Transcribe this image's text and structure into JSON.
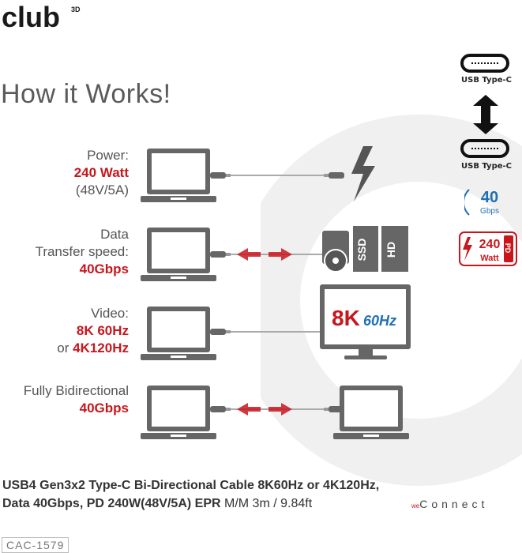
{
  "brand": {
    "logo_text": "club",
    "logo_sup": "3D"
  },
  "title": "How it Works!",
  "features": [
    {
      "lines": [
        "Power:"
      ],
      "highlight": "240 Watt",
      "suffix": "(48V/5A)"
    },
    {
      "lines": [
        "Data",
        "Transfer speed:"
      ],
      "highlight": "40Gbps"
    },
    {
      "lines": [
        "Video:"
      ],
      "highlight": "8K 60Hz",
      "or_text": "or ",
      "highlight2": "4K120Hz"
    },
    {
      "lines": [
        "Fully Bidirectional"
      ],
      "highlight": "40Gbps"
    }
  ],
  "icons": {
    "ssd": "SSD",
    "hd": "HD",
    "monitor_text_a": "8K",
    "monitor_text_b": "60Hz"
  },
  "side": {
    "usb_top": "USB Type-C",
    "usb_bottom": "USB Type-C",
    "badge_40": "40",
    "badge_40_unit": "Gbps",
    "badge_240": "240",
    "badge_240_unit": "Watt",
    "badge_pd": "PD"
  },
  "product": {
    "line1": "USB4 Gen3x2 Type-C Bi-Directional Cable 8K60Hz or 4K120Hz,",
    "line2_bold": "Data 40Gbps, PD 240W(48V/5A) EPR",
    "line2_rest": " M/M 3m / 9.84ft"
  },
  "footer": {
    "sku": "CAC-1579",
    "connect_prefix": "we",
    "connect": "Connect"
  },
  "colors": {
    "accent_red": "#c8161d",
    "laptop_gray": "#666666",
    "blue": "#1f6fb5",
    "watermark": "#ececec"
  }
}
